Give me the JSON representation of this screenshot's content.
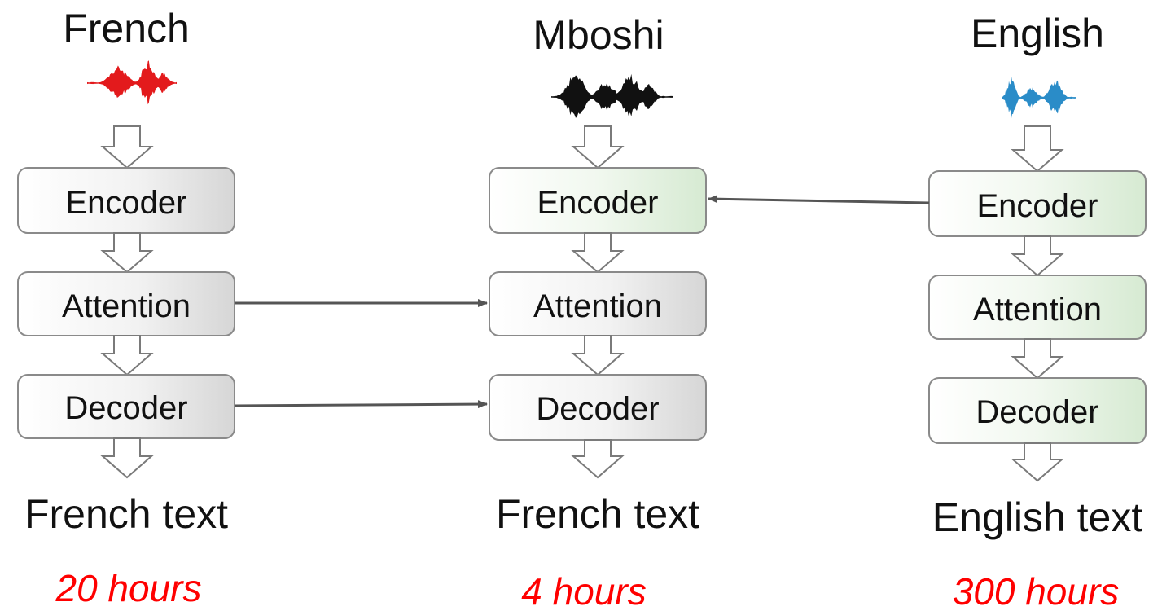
{
  "colors": {
    "red": "#e31a1c",
    "black": "#111111",
    "blue": "#2a8cc8",
    "gray_fill": "#d9d9d9",
    "green_fill": "#d7ebd3",
    "hours": "#ff0000"
  },
  "columns": [
    {
      "id": "french",
      "title": "French",
      "wave_color": "#e31a1c",
      "blocks": [
        "Encoder",
        "Attention",
        "Decoder"
      ],
      "output": "French text",
      "hours": "20 hours",
      "fills": [
        "gray",
        "gray",
        "gray"
      ]
    },
    {
      "id": "mboshi",
      "title": "Mboshi",
      "wave_color": "#111111",
      "blocks": [
        "Encoder",
        "Attention",
        "Decoder"
      ],
      "output": "French text",
      "hours": "4 hours",
      "fills": [
        "green",
        "gray",
        "gray"
      ]
    },
    {
      "id": "english",
      "title": "English",
      "wave_color": "#2a8cc8",
      "blocks": [
        "Encoder",
        "Attention",
        "Decoder"
      ],
      "output": "English text",
      "hours": "300 hours",
      "fills": [
        "green",
        "green",
        "green"
      ]
    }
  ],
  "connections": [
    {
      "from": "english.encoder",
      "to": "mboshi.encoder"
    },
    {
      "from": "french.attention",
      "to": "mboshi.attention"
    },
    {
      "from": "french.decoder",
      "to": "mboshi.decoder"
    }
  ]
}
